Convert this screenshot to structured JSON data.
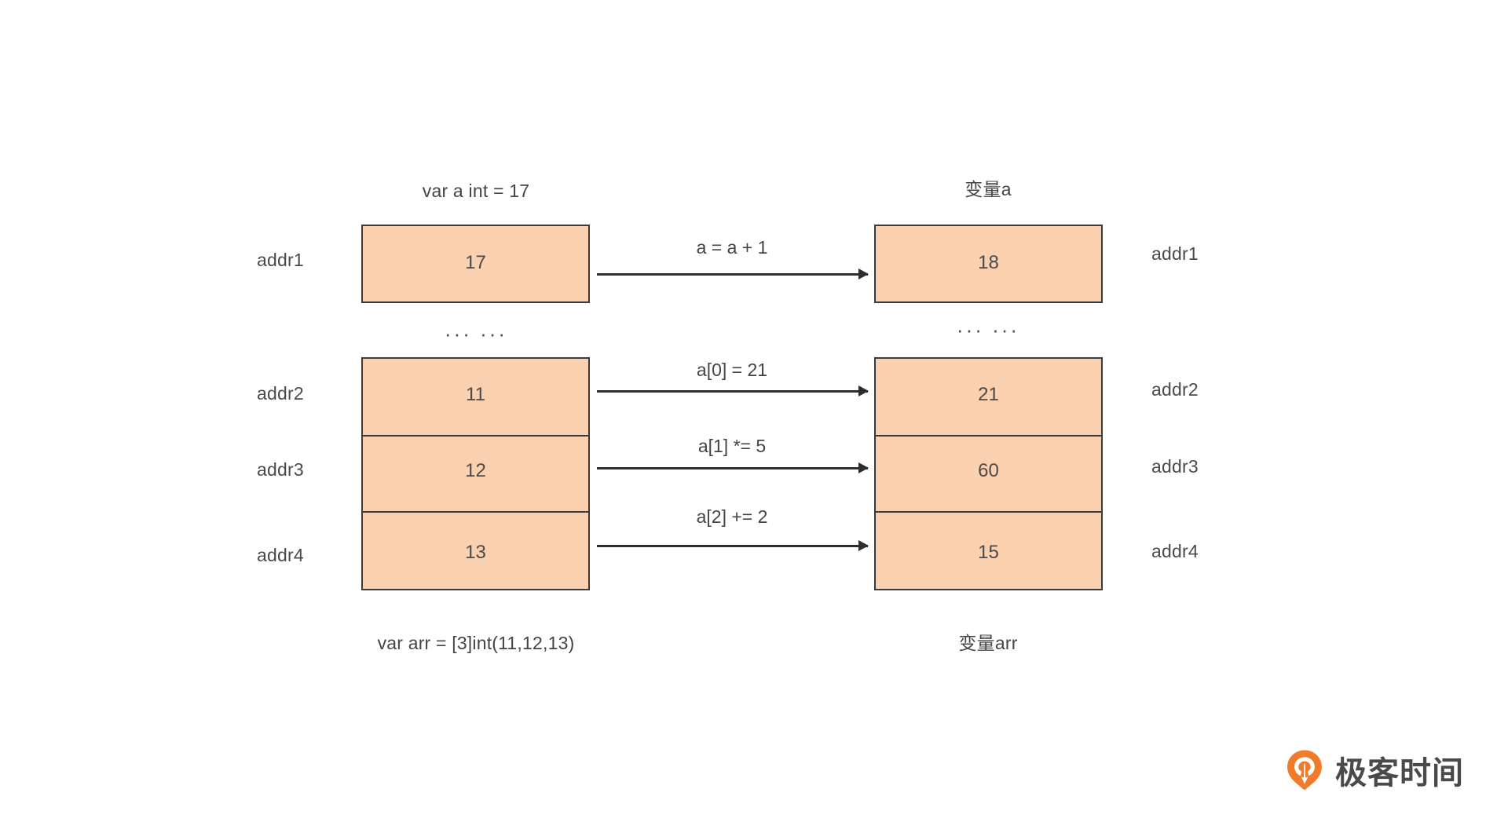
{
  "diagram": {
    "title_left_top": "var a int = 17",
    "title_right_top": "变量a",
    "title_left_bottom": "var arr = [3]int(11,12,13)",
    "title_right_bottom": "变量arr",
    "ellipsis_left": "···  ···",
    "ellipsis_right": "···  ···",
    "colors": {
      "box_fill": "#FAD0AE",
      "box_border": "#3b3b3b",
      "text": "#444444",
      "arrow": "#2e2e2e",
      "logo_orange": "#F07B2B"
    },
    "left_addresses": [
      "addr1",
      "addr2",
      "addr3",
      "addr4"
    ],
    "right_addresses": [
      "addr1",
      "addr2",
      "addr3",
      "addr4"
    ],
    "before": {
      "scalar": "17",
      "array": [
        "11",
        "12",
        "13"
      ]
    },
    "after": {
      "scalar": "18",
      "array": [
        "21",
        "60",
        "15"
      ]
    },
    "operations": [
      "a = a + 1",
      "a[0] = 21",
      "a[1] *= 5",
      "a[2] += 2"
    ]
  },
  "logo": {
    "text": "极客时间",
    "mark": "geek-pin-icon"
  }
}
